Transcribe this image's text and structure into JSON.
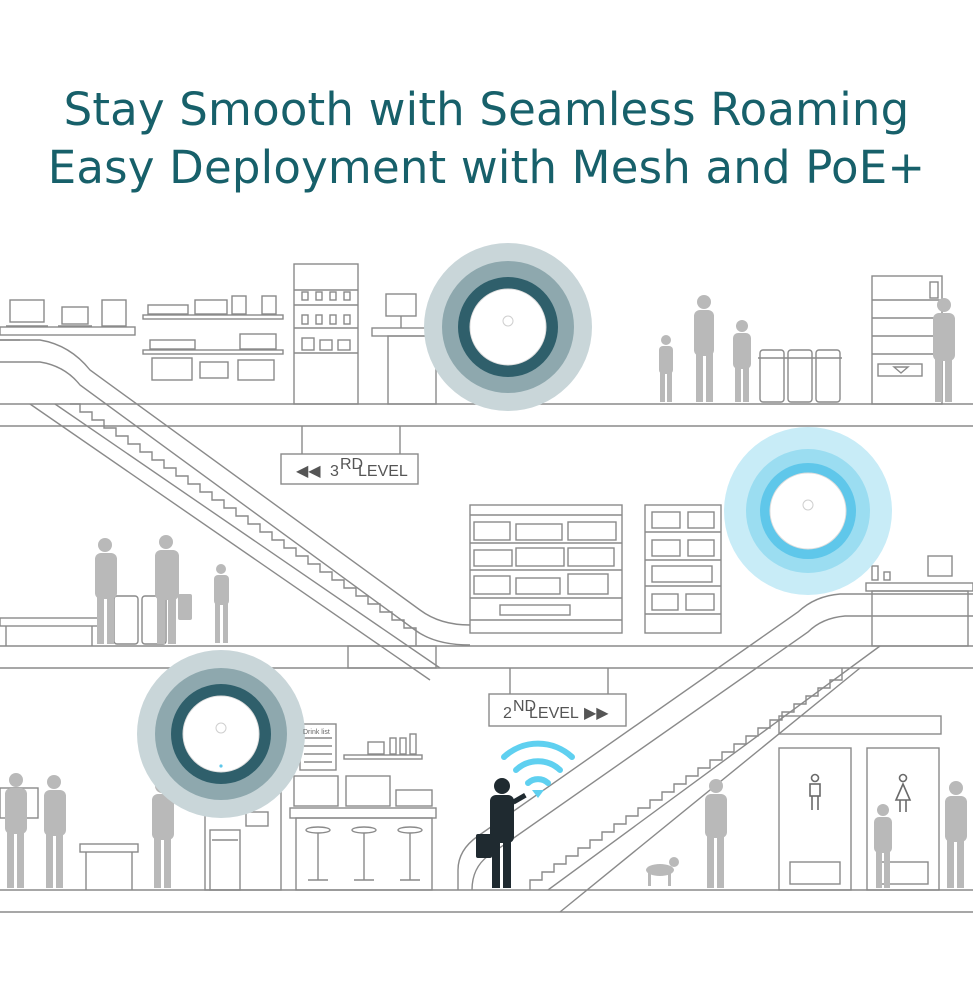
{
  "headline": {
    "line1": "Stay Smooth with Seamless Roaming",
    "line2": "Easy Deployment with Mesh and PoE+"
  },
  "signs": {
    "level3": {
      "num": "3",
      "sup": "RD",
      "word": "LEVEL",
      "arrow": "◀◀"
    },
    "level2": {
      "num": "2",
      "sup": "ND",
      "word": "LEVEL",
      "arrow": "▶▶"
    }
  },
  "shop": {
    "menu_text": "Drink list"
  },
  "colors": {
    "title": "#17606a",
    "ap_dark_ring": "#2f5f6b",
    "ap_mid_ring": "#8ea8ae",
    "ap_outer_ring": "#c9d6d9",
    "ap_active_inner": "#5fc7ea",
    "ap_active_outer": "#c8ecf7",
    "wifi_signal": "#5fd0f0",
    "person_active": "#1f2a30",
    "silhouette": "#b9b9b9",
    "line_art": "#8a8a8a"
  },
  "icons": [
    "access-point-icon",
    "wifi-signal-icon",
    "escalator-icon",
    "restroom-man-icon",
    "restroom-woman-icon"
  ]
}
